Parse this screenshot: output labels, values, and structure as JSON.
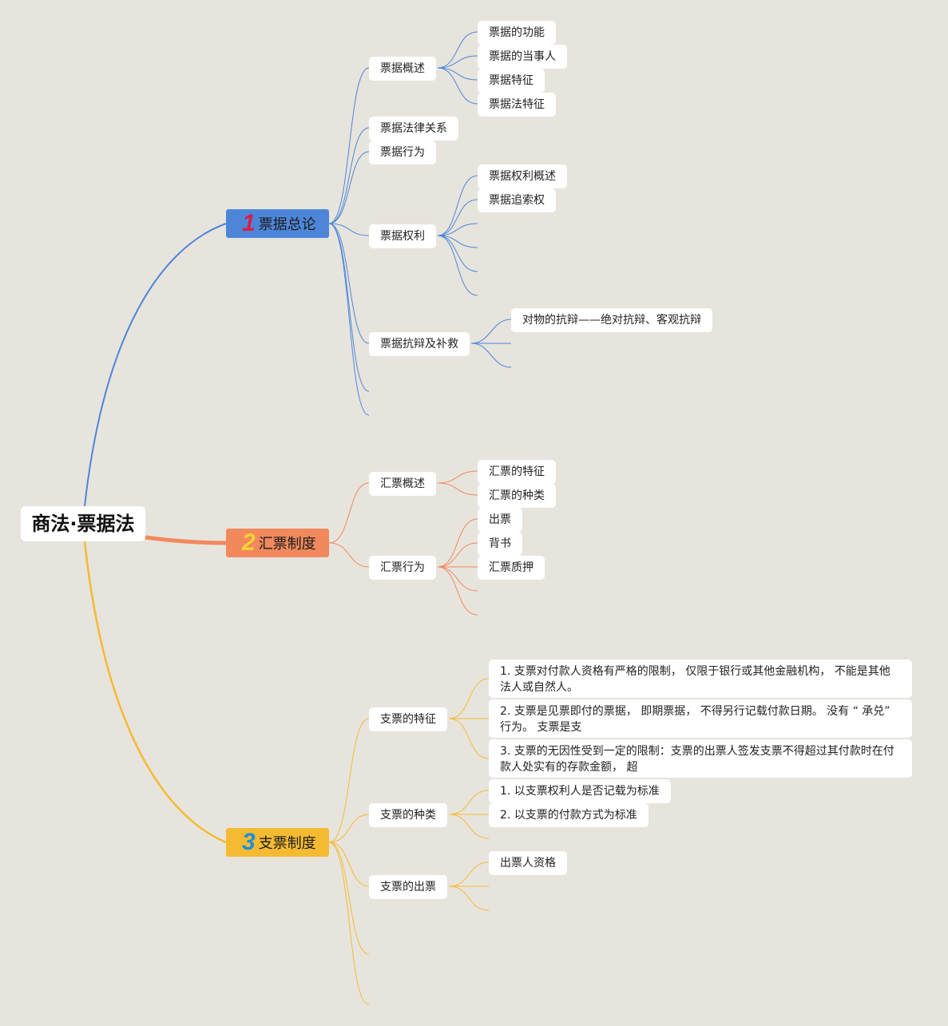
{
  "root": "商法·票据法",
  "branches": {
    "b1": {
      "num": "1",
      "label": "票据总论"
    },
    "b2": {
      "num": "2",
      "label": "汇票制度"
    },
    "b3": {
      "num": "3",
      "label": "支票制度"
    }
  },
  "b1": {
    "overview": "票据概述",
    "overview_items": [
      "票据的功能",
      "票据的当事人",
      "票据特征",
      "票据法特征"
    ],
    "legal_relation": "票据法律关系",
    "acts": "票据行为",
    "rights": "票据权利",
    "rights_items": [
      "票据权利概述",
      "票据追索权"
    ],
    "defense": "票据抗辩及补救",
    "defense_items": [
      "对物的抗辩——绝对抗辩、客观抗辩"
    ]
  },
  "b2": {
    "overview": "汇票概述",
    "overview_items": [
      "汇票的特征",
      "汇票的种类"
    ],
    "acts": "汇票行为",
    "acts_items": [
      "出票",
      "背书",
      "汇票质押"
    ]
  },
  "b3": {
    "features": "支票的特征",
    "features_items": [
      "1. 支票对付款人资格有严格的限制， 仅限于银行或其他金融机构， 不能是其他法人或自然人。",
      "2. 支票是见票即付的票据， 即期票据， 不得另行记载付款日期。 没有 “ 承兑” 行为。 支票是支",
      "3. 支票的无因性受到一定的限制：支票的出票人签发支票不得超过其付款时在付款人处实有的存款金额， 超"
    ],
    "types": "支票的种类",
    "types_items": [
      "1. 以支票权利人是否记载为标准",
      "2. 以支票的付款方式为标准"
    ],
    "issue": "支票的出票",
    "issue_items": [
      "出票人资格"
    ]
  },
  "colors": {
    "blue": "#4d86d9",
    "orange": "#f1895c",
    "yellow": "#f4bb32"
  }
}
